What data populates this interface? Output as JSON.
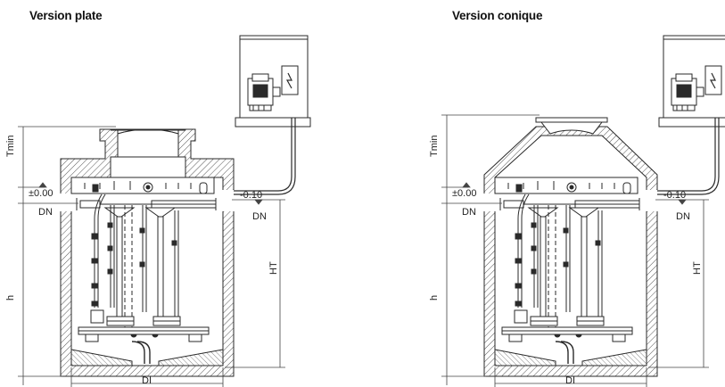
{
  "diagrams": [
    {
      "title": "Version plate",
      "labels": {
        "tmin": "Tmin",
        "level_zero": "±0.00",
        "dn_left": "DN",
        "level_minus": "-0.10",
        "dn_right": "DN",
        "h": "h",
        "ht": "HT",
        "di": "DI"
      }
    },
    {
      "title": "Version conique",
      "labels": {
        "tmin": "Tmin",
        "level_zero": "±0.00",
        "dn_left": "DN",
        "level_minus": "-0.10",
        "dn_right": "DN",
        "h": "h",
        "ht": "HT",
        "di": "DI"
      }
    }
  ],
  "colors": {
    "line": "#2a2a2a",
    "hatch": "#555555",
    "background": "#ffffff"
  }
}
